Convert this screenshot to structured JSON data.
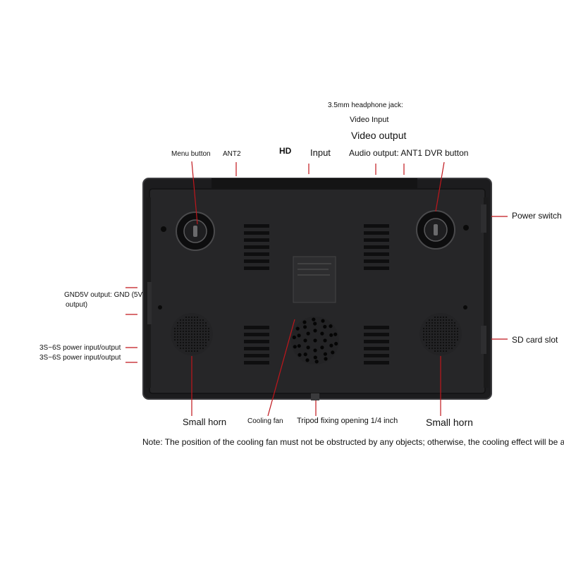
{
  "labels": {
    "headphone_jack": "3.5mm headphone jack:",
    "video_input": "Video Input",
    "video_output": "Video output",
    "menu_button": "Menu button",
    "ant2": "ANT2",
    "hd": "HD",
    "input": "Input",
    "audio_output": "Audio output: ANT1 DVR button",
    "power_switch": "Power switch",
    "gnd_5v_line1": "GND5V output: GND (5V",
    "gnd_5v_line2": "output)",
    "power_io_1": "3S~6S power input/output",
    "power_io_2": "3S~6S power input/output",
    "sd_card_slot": "SD card slot",
    "small_horn_left": "Small horn",
    "cooling_fan": "Cooling fan",
    "tripod": "Tripod fixing opening 1/4 inch",
    "small_horn_right": "Small horn"
  },
  "note": "Note: The position of the cooling fan must not be obstructed by any objects; otherwise, the cooling effect will be affected.",
  "colors": {
    "leader": "#c0161c",
    "device_body": "#1c1c1e",
    "device_edge": "#3a3a3d",
    "background": "#ffffff"
  },
  "icons": [
    "menu-knob-icon",
    "dvr-knob-icon",
    "antenna-icon",
    "speaker-grille-icon",
    "fan-grille-icon",
    "vent-icon"
  ]
}
